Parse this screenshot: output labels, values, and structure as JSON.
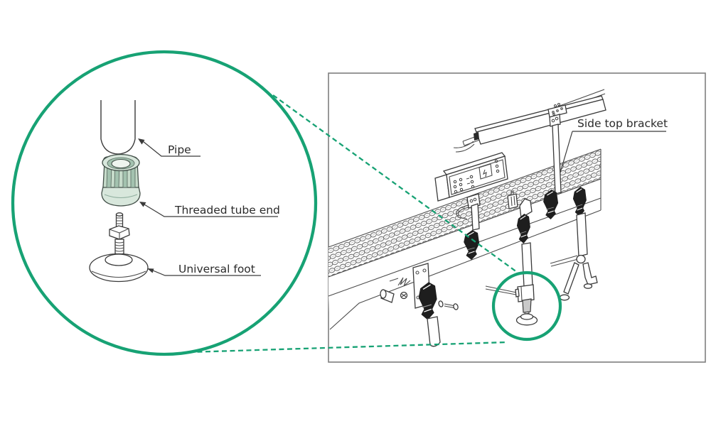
{
  "figure": {
    "detail_callout": {
      "labels": {
        "pipe": "Pipe",
        "threaded_tube_end": "Threaded tube end",
        "universal_foot": "Universal foot"
      }
    },
    "assembly_view": {
      "labels": {
        "side_top_bracket": "Side top bracket"
      }
    }
  },
  "colors": {
    "accent_green": "#17a274",
    "ink": "#3a3a3a",
    "frame_border": "#7f7f7f",
    "component_fill": "#c6dbca",
    "component_fill_dark": "#a3c2af",
    "component_fill_light": "#d8e7dc",
    "background": "#ffffff"
  }
}
